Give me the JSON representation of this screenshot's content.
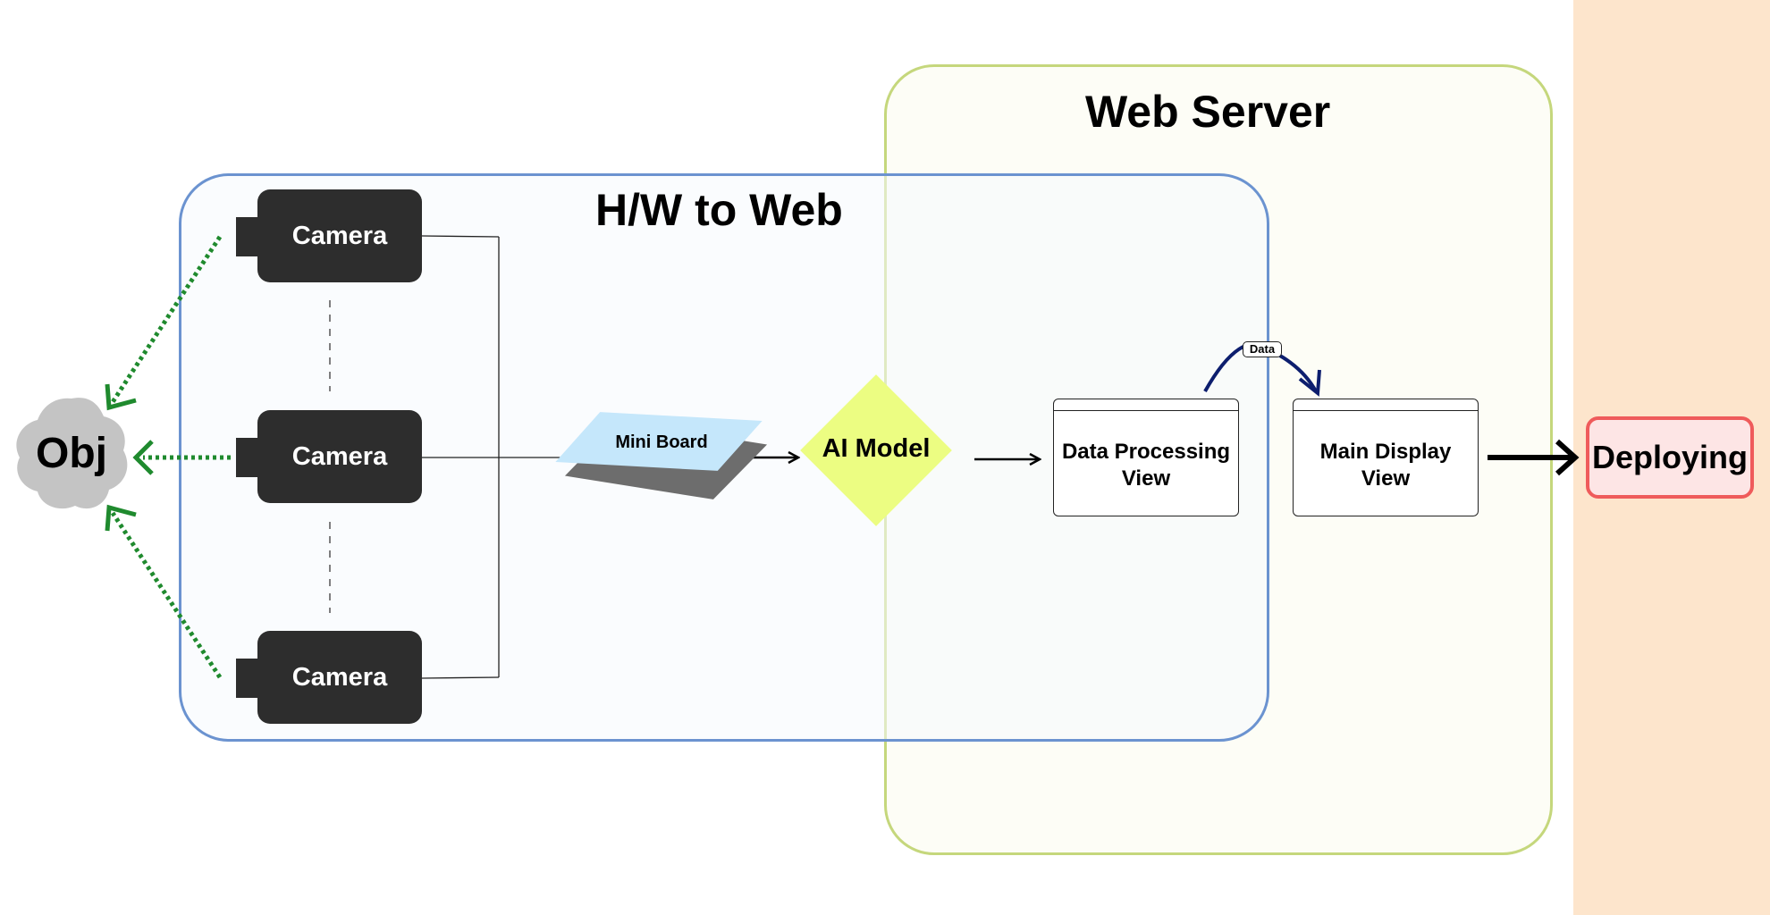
{
  "containers": {
    "web_server": {
      "title": "Web Server",
      "border_color": "#c5d77c"
    },
    "hw_to_web": {
      "title": "H/W to Web",
      "border_color": "#6b93d0"
    }
  },
  "object": {
    "label": "Obj",
    "color": "#c4c4c4"
  },
  "cameras": [
    {
      "label": "Camera"
    },
    {
      "label": "Camera"
    },
    {
      "label": "Camera"
    }
  ],
  "mini_board": {
    "label": "Mini Board",
    "color": "#c5e7fb"
  },
  "ai_model": {
    "label": "AI Model",
    "color": "#ecfd82"
  },
  "data_processing_view": {
    "label_line1": "Data Processing",
    "label_line2": "View"
  },
  "main_display_view": {
    "label_line1": "Main Display",
    "label_line2": "View"
  },
  "data_edge": {
    "label": "Data",
    "color": "#0d1e6e"
  },
  "deploying": {
    "label": "Deploying",
    "border_color": "#ef5b5b",
    "fill": "#fde5e5"
  },
  "deploy_panel": {
    "color": "#fde5cc"
  },
  "camera_to_object_arrows": {
    "color": "#1f8a2e",
    "style": "dotted"
  }
}
